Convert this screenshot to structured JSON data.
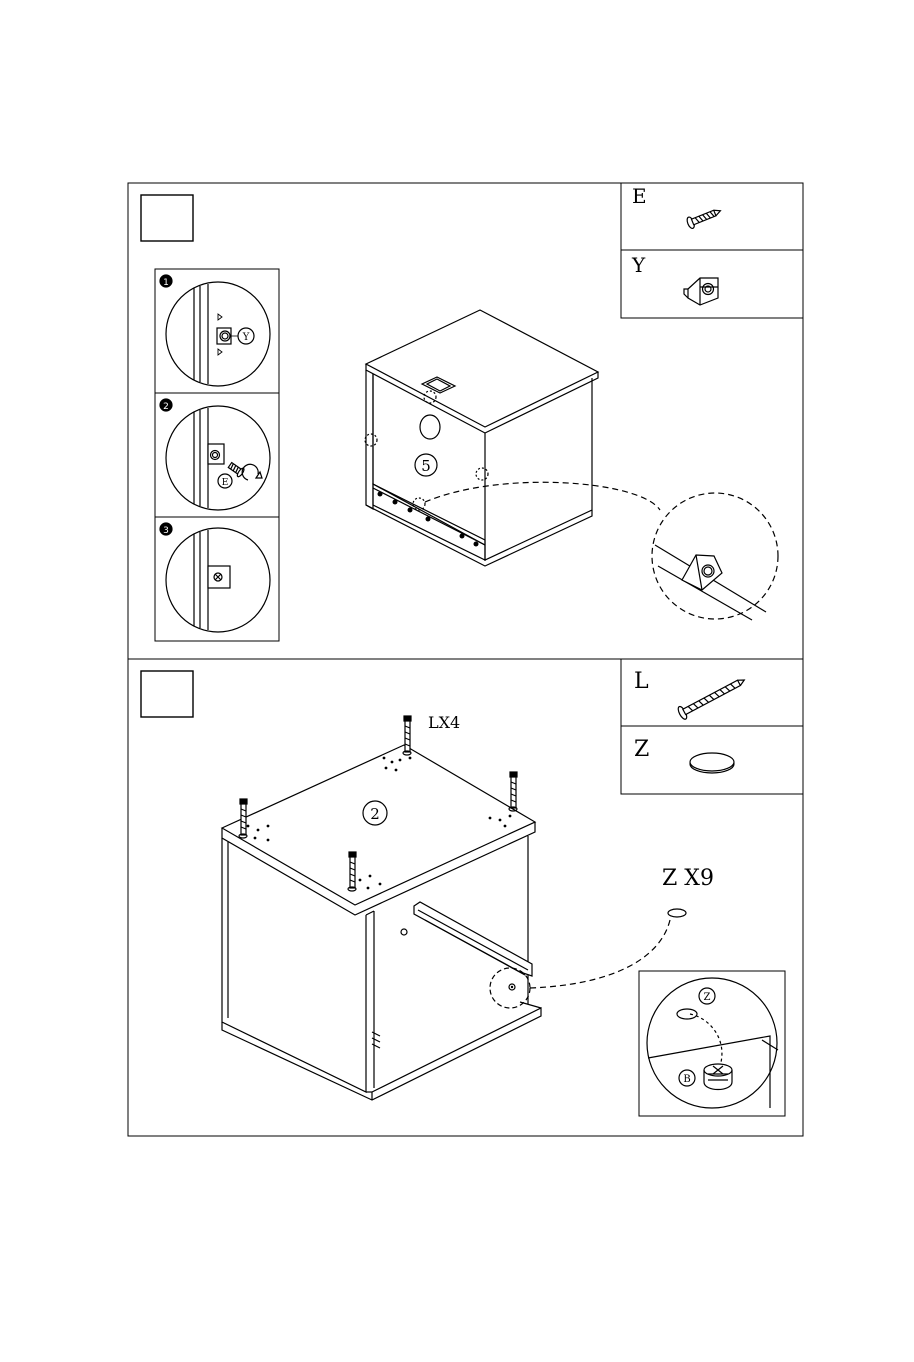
{
  "step1": {
    "parts": [
      {
        "letter": "E",
        "icon": "screw-icon"
      },
      {
        "letter": "Y",
        "icon": "corner-bracket-icon"
      }
    ],
    "substeps": [
      {
        "number": "1",
        "callout": "Y"
      },
      {
        "number": "2",
        "callout": "E"
      },
      {
        "number": "3",
        "callout": ""
      }
    ],
    "panel_label": "5"
  },
  "step2": {
    "parts": [
      {
        "letter": "L",
        "icon": "long-screw-icon"
      },
      {
        "letter": "Z",
        "icon": "cover-cap-icon"
      }
    ],
    "screw_qty": "LX4",
    "cap_qty": "Z X9",
    "panel_label": "2",
    "detail_callouts": [
      "Z",
      "B"
    ]
  }
}
